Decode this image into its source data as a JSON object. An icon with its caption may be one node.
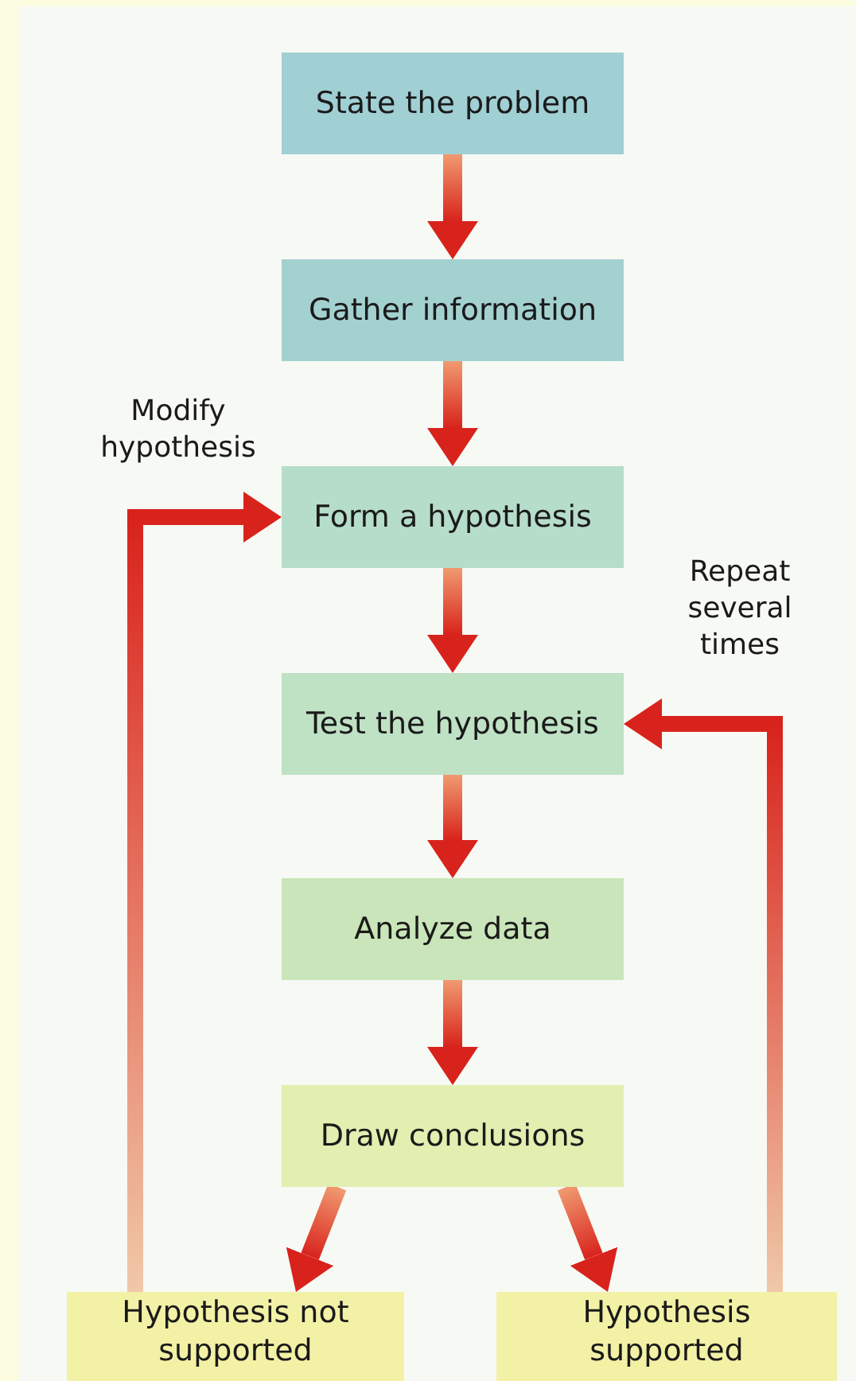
{
  "diagram": {
    "nodes": [
      {
        "text": [
          "State the problem"
        ]
      },
      {
        "text": [
          "Gather information"
        ]
      },
      {
        "text": [
          "Form a hypothesis"
        ]
      },
      {
        "text": [
          "Test the hypothesis"
        ]
      },
      {
        "text": [
          "Analyze data"
        ]
      },
      {
        "text": [
          "Draw conclusions"
        ]
      },
      {
        "text": [
          "Hypothesis not supported"
        ]
      },
      {
        "text": [
          "Hypothesis supported"
        ]
      }
    ],
    "edges": [
      {
        "from": 0,
        "to": 1,
        "arrow": "to"
      },
      {
        "from": 1,
        "to": 2,
        "arrow": "to"
      },
      {
        "from": 2,
        "to": 3,
        "arrow": "to"
      },
      {
        "from": 3,
        "to": 4,
        "arrow": "to"
      },
      {
        "from": 4,
        "to": 5,
        "arrow": "to"
      },
      {
        "from": 5,
        "to": 6,
        "arrow": "to"
      },
      {
        "from": 5,
        "to": 7,
        "arrow": "to"
      },
      {
        "from": 6,
        "to": 2,
        "arrow": "to",
        "label": "Modify hypothesis"
      },
      {
        "from": 7,
        "to": 3,
        "arrow": "to",
        "label": "Repeat several times"
      }
    ]
  }
}
